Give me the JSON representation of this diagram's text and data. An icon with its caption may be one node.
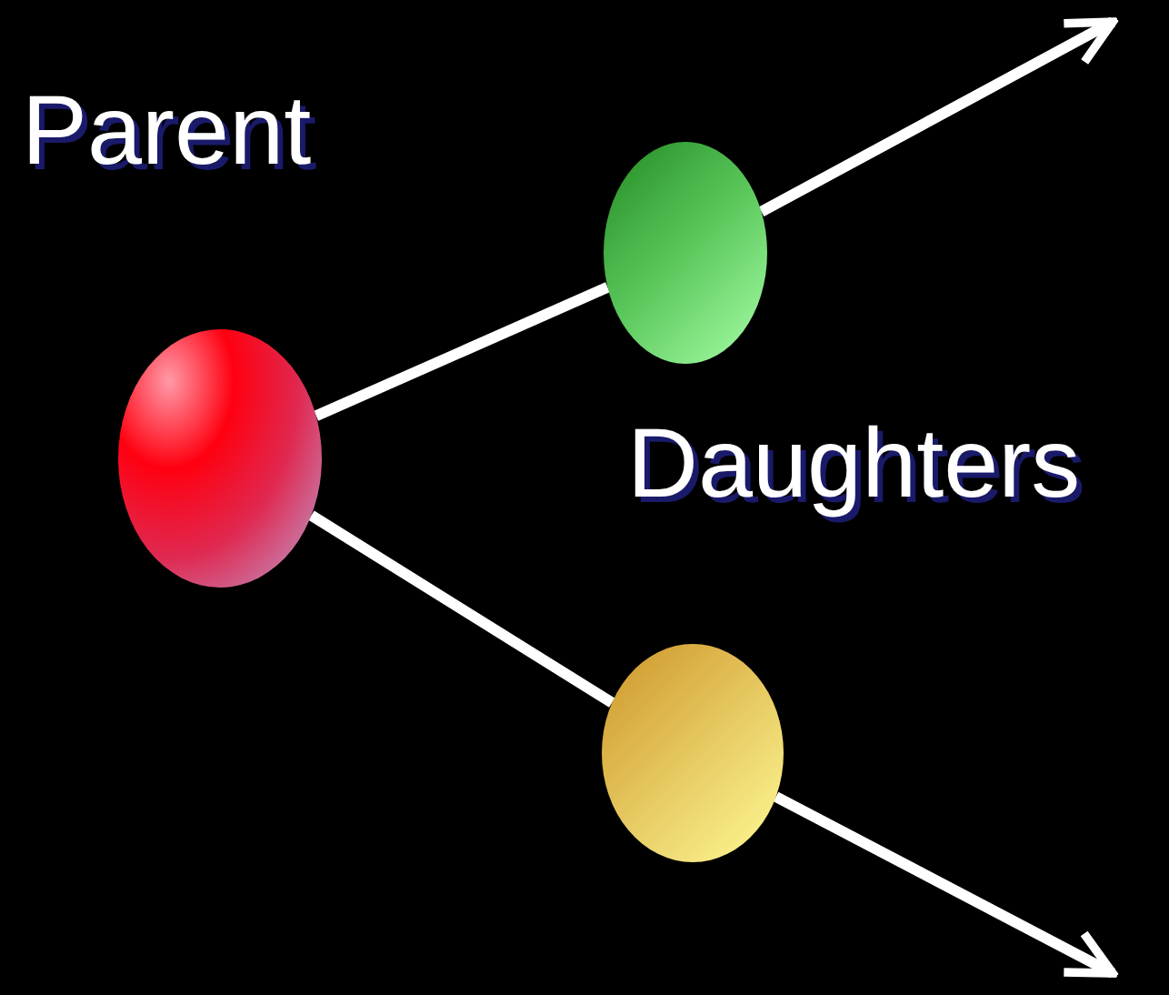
{
  "diagram": {
    "nodes": [
      {
        "text": [],
        "shape": "circle",
        "beside": [
          "Parent"
        ]
      },
      {
        "text": [],
        "shape": "circle"
      },
      {
        "text": [],
        "shape": "circle"
      }
    ],
    "edges": [
      {
        "from": 0,
        "to": 1,
        "arrow": "none"
      },
      {
        "from": 1,
        "to": null,
        "arrow": "to"
      },
      {
        "from": 0,
        "to": 2,
        "arrow": "none"
      },
      {
        "from": 2,
        "to": null,
        "arrow": "to"
      }
    ],
    "labels": [
      "Daughters"
    ]
  }
}
